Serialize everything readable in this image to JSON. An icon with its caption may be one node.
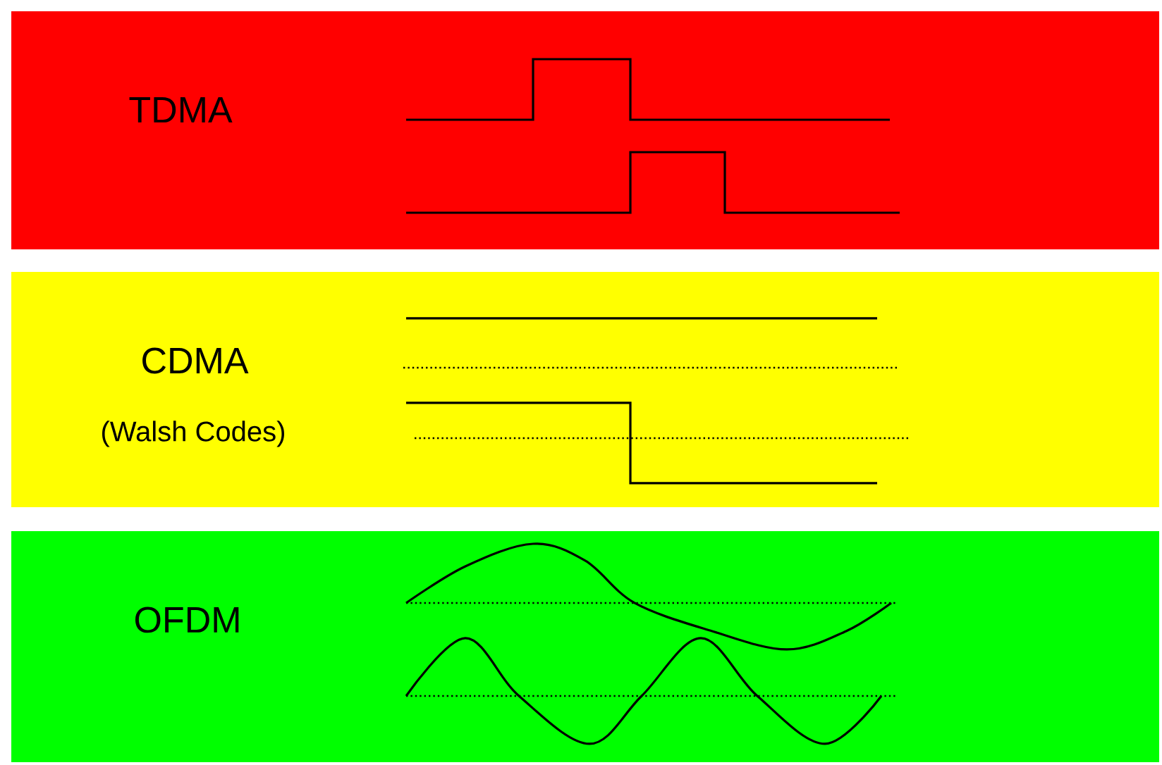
{
  "diagram": {
    "nodes": [
      {
        "text": [
          "TDMA"
        ]
      },
      {
        "text": [
          "CDMA",
          "(Walsh Codes)"
        ]
      },
      {
        "text": [
          "OFDM"
        ]
      }
    ]
  }
}
